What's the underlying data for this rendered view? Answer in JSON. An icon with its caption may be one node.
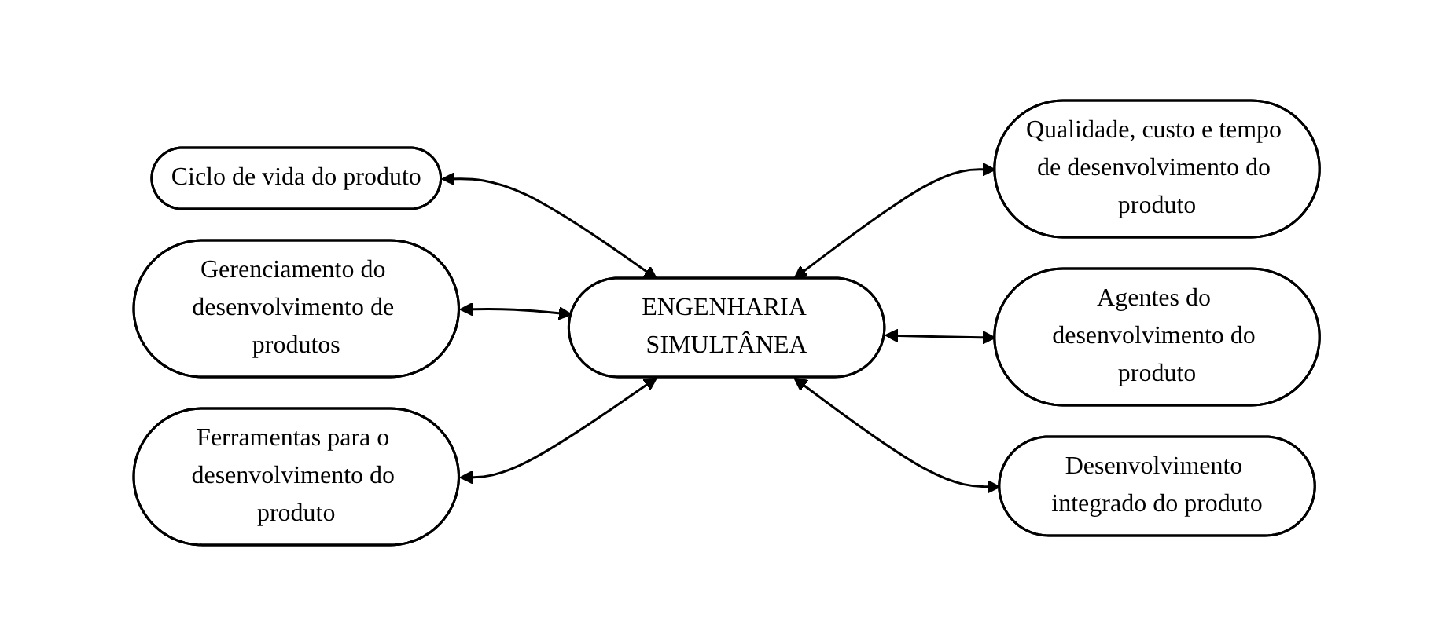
{
  "diagram": {
    "nodes": [
      {
        "text": [
          "Ciclo de vida do produto"
        ]
      },
      {
        "text": [
          "Gerenciamento do desenvolvimento de produtos"
        ]
      },
      {
        "text": [
          "Qualidade, custo e tempo de desenvolvimento do produto"
        ]
      },
      {
        "text": [
          "ENGENHARIA SIMULTÂNEA"
        ]
      },
      {
        "text": [
          "Ferramentas para o desenvolvimento do produto"
        ]
      },
      {
        "text": [
          "Agentes do desenvolvimento do produto"
        ]
      },
      {
        "text": [
          "Desenvolvimento integrado do produto"
        ]
      }
    ],
    "edges": [
      {
        "from": 0,
        "to": 3,
        "arrow": "both"
      },
      {
        "from": 1,
        "to": 3,
        "arrow": "both"
      },
      {
        "from": 4,
        "to": 3,
        "arrow": "both"
      },
      {
        "from": 3,
        "to": 2,
        "arrow": "both"
      },
      {
        "from": 3,
        "to": 5,
        "arrow": "both"
      },
      {
        "from": 3,
        "to": 6,
        "arrow": "both"
      }
    ]
  }
}
